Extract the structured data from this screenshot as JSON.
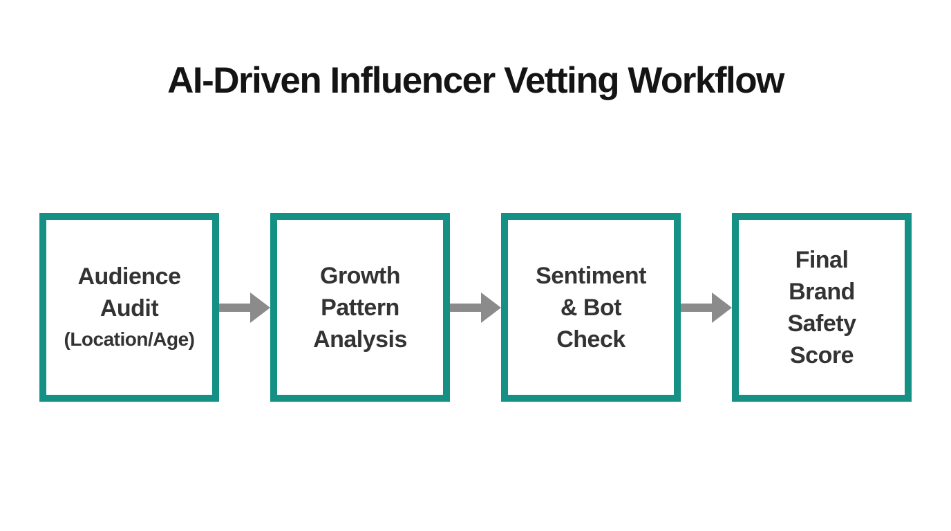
{
  "page": {
    "title": "AI-Driven Influencer Vetting Workflow"
  },
  "colors": {
    "box_border": "#149184",
    "arrow": "#8b8b8b",
    "step_text": "#333333",
    "title_text": "#141414",
    "background": "#ffffff"
  },
  "workflow": {
    "connector_icon": "arrow-right",
    "steps": [
      {
        "id": "audience-audit",
        "lines": [
          "Audience",
          "Audit"
        ],
        "subline": "(Location/Age)"
      },
      {
        "id": "growth-pattern-analysis",
        "lines": [
          "Growth",
          "Pattern",
          "Analysis"
        ]
      },
      {
        "id": "sentiment-bot-check",
        "lines": [
          "Sentiment",
          "& Bot",
          "Check"
        ]
      },
      {
        "id": "final-brand-safety-score",
        "lines": [
          "Final",
          "Brand",
          "Safety",
          "Score"
        ]
      }
    ]
  }
}
